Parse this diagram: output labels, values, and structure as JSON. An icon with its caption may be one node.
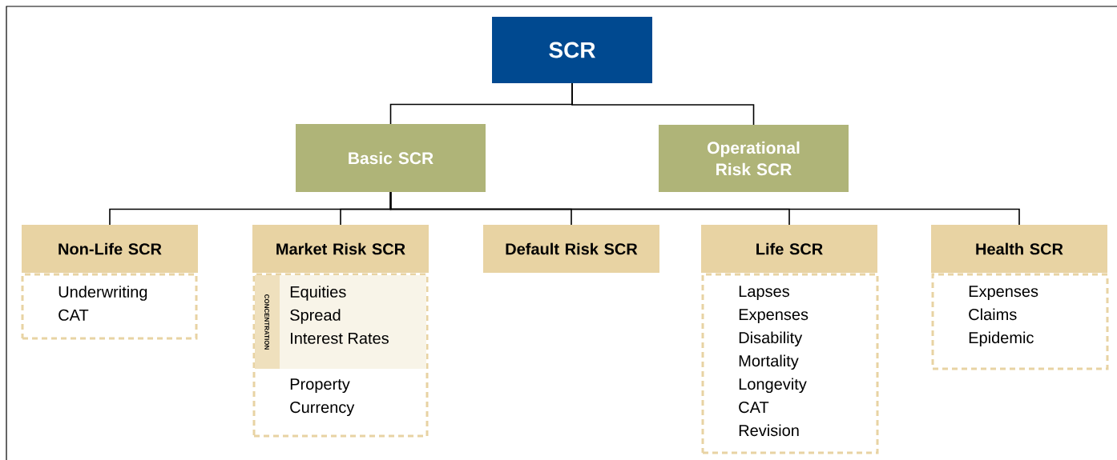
{
  "diagram": {
    "nodes": [
      {
        "text": [
          "SCR"
        ]
      },
      {
        "text": [
          "Basic SCR"
        ]
      },
      {
        "text": [
          "Operational Risk SCR"
        ]
      },
      {
        "text": [
          "Non-Life SCR"
        ]
      },
      {
        "text": [
          "Underwriting",
          "CAT"
        ]
      },
      {
        "text": [
          "Market Risk SCR"
        ]
      },
      {
        "text": [
          "Property",
          "Currency"
        ]
      },
      {
        "text": [
          "CONCENTRATION",
          "Equities",
          "Spread",
          "Interest Rates"
        ],
        "in": 6
      },
      {
        "text": [
          "Default Risk SCR"
        ]
      },
      {
        "text": [
          "Life SCR"
        ]
      },
      {
        "text": [
          "Lapses",
          "Expenses",
          "Disability",
          "Mortality",
          "Longevity",
          "CAT",
          "Revision"
        ]
      },
      {
        "text": [
          "Health SCR"
        ]
      },
      {
        "text": [
          "Expenses",
          "Claims",
          "Epidemic"
        ]
      }
    ],
    "edges": [
      {
        "from": 0,
        "to": 1,
        "arrow": "none"
      },
      {
        "from": 0,
        "to": 2,
        "arrow": "none"
      },
      {
        "from": 1,
        "to": 3,
        "arrow": "none"
      },
      {
        "from": 1,
        "to": 5,
        "arrow": "none"
      },
      {
        "from": 1,
        "to": 8,
        "arrow": "none"
      },
      {
        "from": 1,
        "to": 9,
        "arrow": "none"
      },
      {
        "from": 1,
        "to": 11,
        "arrow": "none"
      }
    ]
  }
}
